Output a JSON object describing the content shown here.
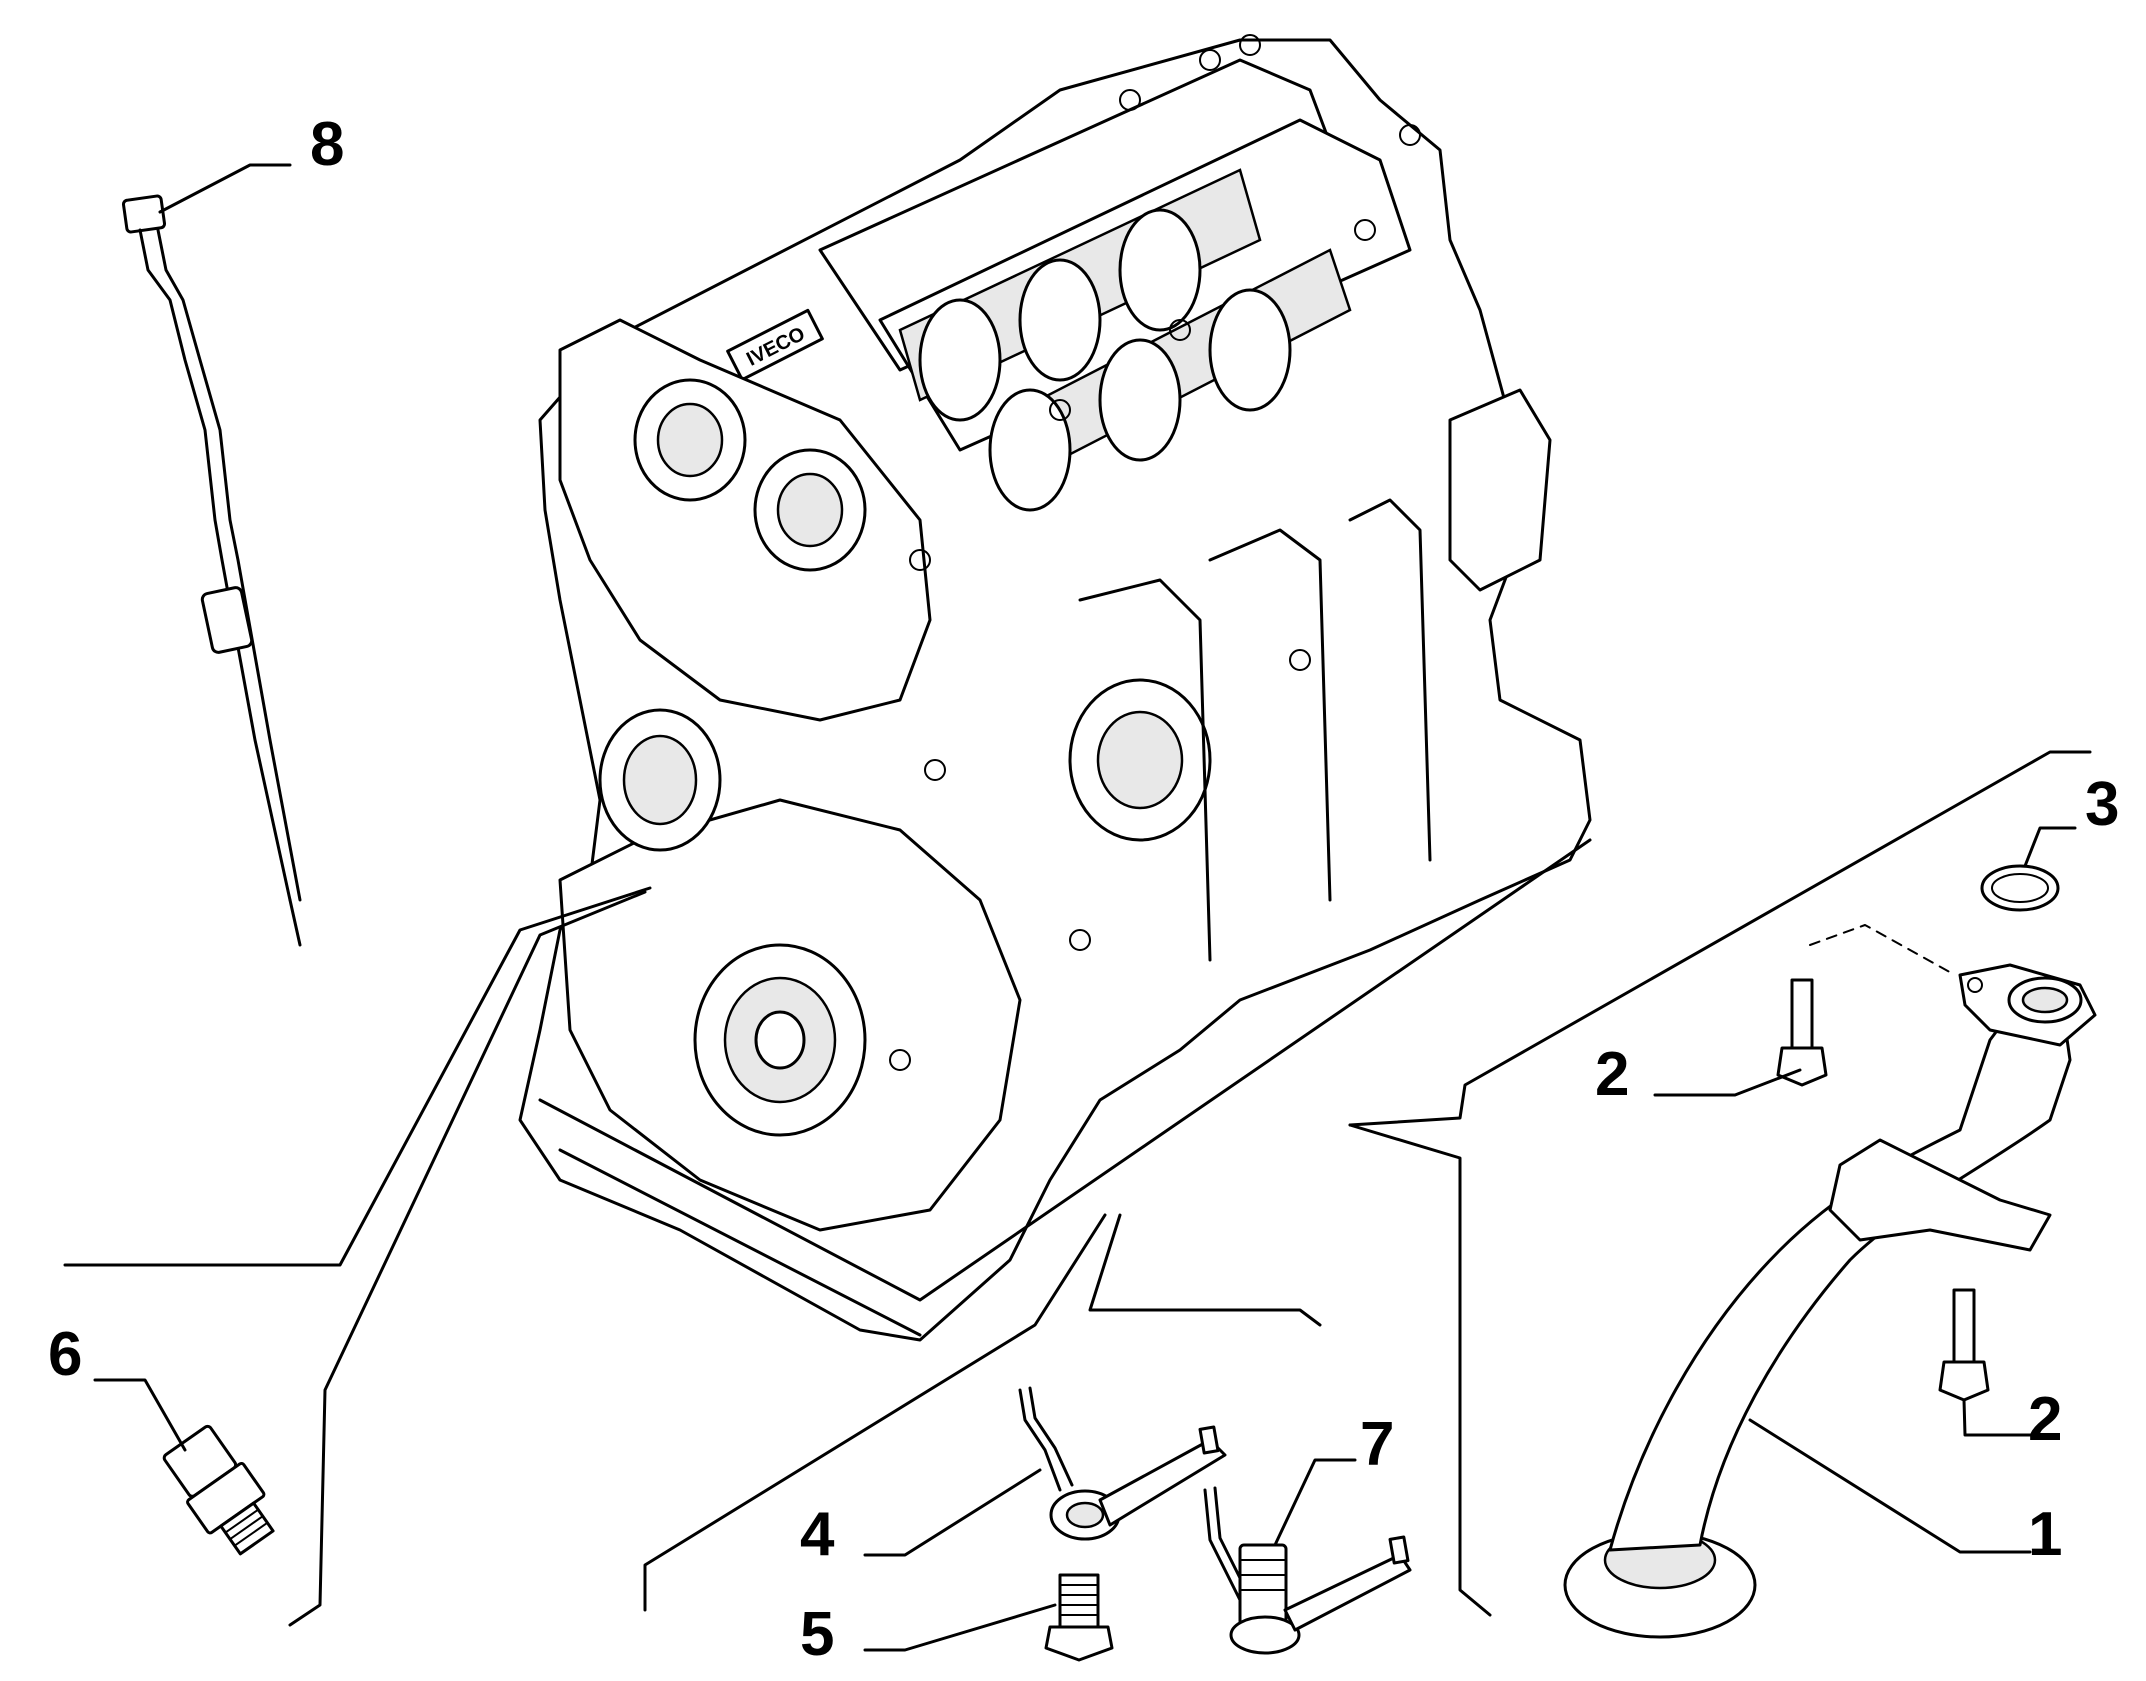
{
  "callouts": {
    "c1": "1",
    "c2a": "2",
    "c2b": "2",
    "c3": "3",
    "c4": "4",
    "c5": "5",
    "c6": "6",
    "c7": "7",
    "c8": "8"
  },
  "engine_block": {
    "brand_mark": "IVECO"
  },
  "colors": {
    "line": "#000000",
    "background": "#ffffff"
  }
}
